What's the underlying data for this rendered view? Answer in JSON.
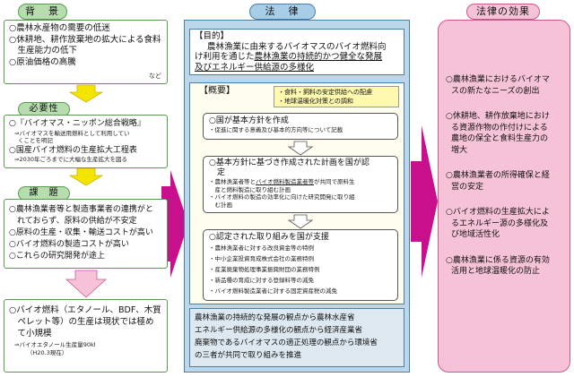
{
  "headers": {
    "background": "背　景",
    "law": "法　律",
    "effects": "法律の効果"
  },
  "background_box": {
    "items": [
      "○農林水産物の需要の低迷",
      "○休耕地、耕作放棄地の拡大による食料",
      "　生産能力の低下",
      "○原油価格の高騰"
    ],
    "etc": "など"
  },
  "necessity": {
    "title": "必要性",
    "item1": "○『バイオマス・ニッポン総合戦略』",
    "item1_sub1": "⇒バイオマスを輸送用燃料として利用してい",
    "item1_sub2": "くことを明記",
    "item2": "○国産バイオ燃料の生産拡大工程表",
    "item2_sub": "⇒2030年ごろまでに大幅な生産拡大を図る"
  },
  "issues": {
    "title": "課　題",
    "items": [
      "○農林漁業者等と製造事業者の連携がと",
      "　れておらず、原料の供給が不安定",
      "○原料の生産・収集・輸送コストが高い",
      "○バイオ燃料の製造コストが高い",
      "○これらの研究開発が途上"
    ]
  },
  "production": {
    "lines": [
      "○バイオ燃料（エタノール、BDF、木質",
      "　ペレット等）の生産は現状では極め",
      "　て小規模"
    ],
    "sub": "⇒バイオエタノール生産量90kl",
    "date": "（H20.3現在）"
  },
  "purpose": {
    "title": "【目的】",
    "lines": [
      "農林漁業に由来するバイオマスのバイオ燃料向",
      "け利用を通じた",
      "農林漁業の持続的かつ健全な発展",
      "及びエネルギー供給源の多様化"
    ]
  },
  "overview": {
    "title": "【概要】",
    "tags": [
      "・食料・飼料の安定供給への配慮",
      "・地球温暖化対策との調和"
    ],
    "block1": {
      "head": "○国が基本方針を作成",
      "items": [
        "・促進に関する意義及び基本的方向等について記載"
      ]
    },
    "block2": {
      "head": "○基本方針に基づき作成された計画を国が認",
      "head2": "　定",
      "items": [
        "・農林漁業者等と",
        "バイオ燃料製造業者等",
        "が共同で原料生",
        "　産と燃料製造に取り組む計画",
        "・バイオ燃料の製造の効率化に向けた研究開発に取り組",
        "　む計画"
      ]
    },
    "block3": {
      "head": "○認定された取り組みを国が支援",
      "items": [
        "・農林漁業者に対する改良資金等の特例",
        "・中小企業投資育成株式会社の業務特例",
        "・産業廃棄物処理事業振興財団の業務特例",
        "・新品種の育成に対する登録料等の減免",
        "・バイオ燃料製造業者に対する固定資産税の減免"
      ]
    },
    "footer": [
      "農林漁業の持続的な発展の観点から農林水産省",
      "エネルギー供給源の多様化の観点から経済産業省",
      "廃棄物であるバイオマスの適正処理の観点から環境省",
      "の三者が共同で取り組みを推進"
    ]
  },
  "effects": {
    "items": [
      [
        "○農林漁業におけるバイオマ",
        "スの新たなニーズの創出"
      ],
      [
        "○休耕地、耕作放棄地におけ",
        "る資源作物の作付けによる",
        "農地の保全と食料生産力の",
        "増大"
      ],
      [
        "○農林漁業者の所得確保と経",
        "営の安定"
      ],
      [
        "○バイオ燃料の生産拡大によ",
        "るエネルギー源の多様化及",
        "び地域活性化"
      ],
      [
        "○農林漁業に係る資源の有効",
        "活用と地球温暖化の防止"
      ]
    ]
  },
  "colors": {
    "green_header": "#b7dcae",
    "green_border": "#5a9a50",
    "blue_panel": "#bcd7ea",
    "blue_header": "#a8cde6",
    "pink_panel": "#f6c2d8",
    "pink_border": "#c85a8c",
    "yellow_arrow": "#f4e500",
    "magenta_arrow": "#c8108c",
    "highlight": "#fff9b0",
    "footer_bg": "#dde8f0"
  }
}
